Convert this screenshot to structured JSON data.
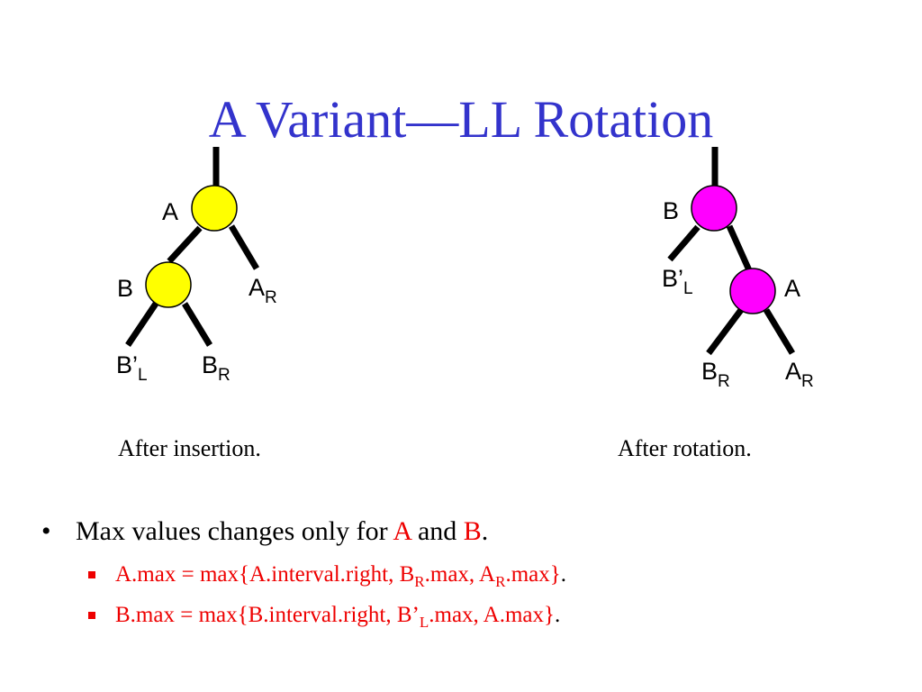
{
  "title": "A Variant—LL Rotation",
  "colors": {
    "title": "#3333cc",
    "node_left": "#ffff00",
    "node_right": "#ff00ff",
    "highlight": "#ee0000"
  },
  "diagram_left": {
    "caption": "After insertion.",
    "node_a": "A",
    "node_b": "B",
    "a_r": {
      "base": "A",
      "sub": "R"
    },
    "b_l": {
      "base": "B’",
      "sub": "L"
    },
    "b_r": {
      "base": "B",
      "sub": "R"
    }
  },
  "diagram_right": {
    "caption": "After rotation.",
    "node_b": "B",
    "node_a": "A",
    "b_l": {
      "base": "B’",
      "sub": "L"
    },
    "b_r": {
      "base": "B",
      "sub": "R"
    },
    "a_r": {
      "base": "A",
      "sub": "R"
    }
  },
  "bullets": {
    "main": {
      "dot": "•",
      "text_before": "Max values changes only for ",
      "a": "A",
      "and": " and ",
      "b": "B",
      "end": "."
    },
    "sub1": {
      "t1": "A.max = max{A.interval.right, B",
      "s1": "R",
      "t2": ".max, A",
      "s2": "R",
      "t3": ".max}",
      "end": "."
    },
    "sub2": {
      "t1": "B.max = max{B.interval.right, B’",
      "s1": "L",
      "t2": ".max, A.max}",
      "end": "."
    }
  }
}
